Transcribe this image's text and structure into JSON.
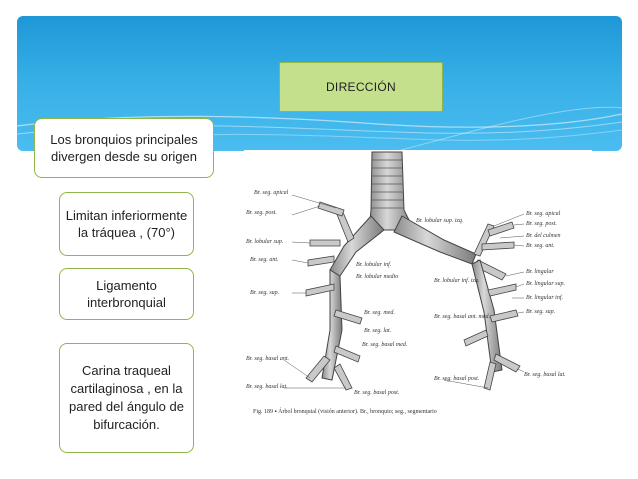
{
  "slide": {
    "title": "DIRECCIÓN",
    "callouts": [
      "Los bronquios principales divergen desde su origen",
      "Limitan inferiormente la tráquea , (70°)",
      "Ligamento interbronquial",
      "Carina traqueal cartilaginosa , en la pared del ángulo de bifurcación."
    ]
  },
  "figure": {
    "labels_left": [
      "Br. seg. apical",
      "Br. seg. post.",
      "Br. lobular sup.",
      "Br. seg. ant.",
      "Br. seg. sup.",
      "Br. seg. basal ant.",
      "Br. seg. basal lat."
    ],
    "labels_center": [
      "Br. lobular inf.",
      "Br. lobular medio",
      "Br. seg. med.",
      "Br. seg. lat.",
      "Br. seg. basal med.",
      "Br. seg. basal post."
    ],
    "labels_right": [
      "Br. seg. apical",
      "Br. seg. post.",
      "Br. del culmen",
      "Br. seg. ant.",
      "Br. lingular",
      "Br. lingular sup.",
      "Br. lingular inf.",
      "Br. seg. sup.",
      "Br. seg. basal lat.",
      "Br. seg. basal post."
    ],
    "labels_mid_left": [
      "Br. lobular sup. izq.",
      "Br. lobular inf. izq.",
      "Br. seg. basal ant. med."
    ],
    "caption": "Fig. 189 ▪ Árbol bronquial (visión anterior). Br., bronquio; seg., segmentario"
  },
  "colors": {
    "header_blue": "#2ba3de",
    "callout_border": "#8fb64a",
    "title_fill": "#c4e08d"
  }
}
